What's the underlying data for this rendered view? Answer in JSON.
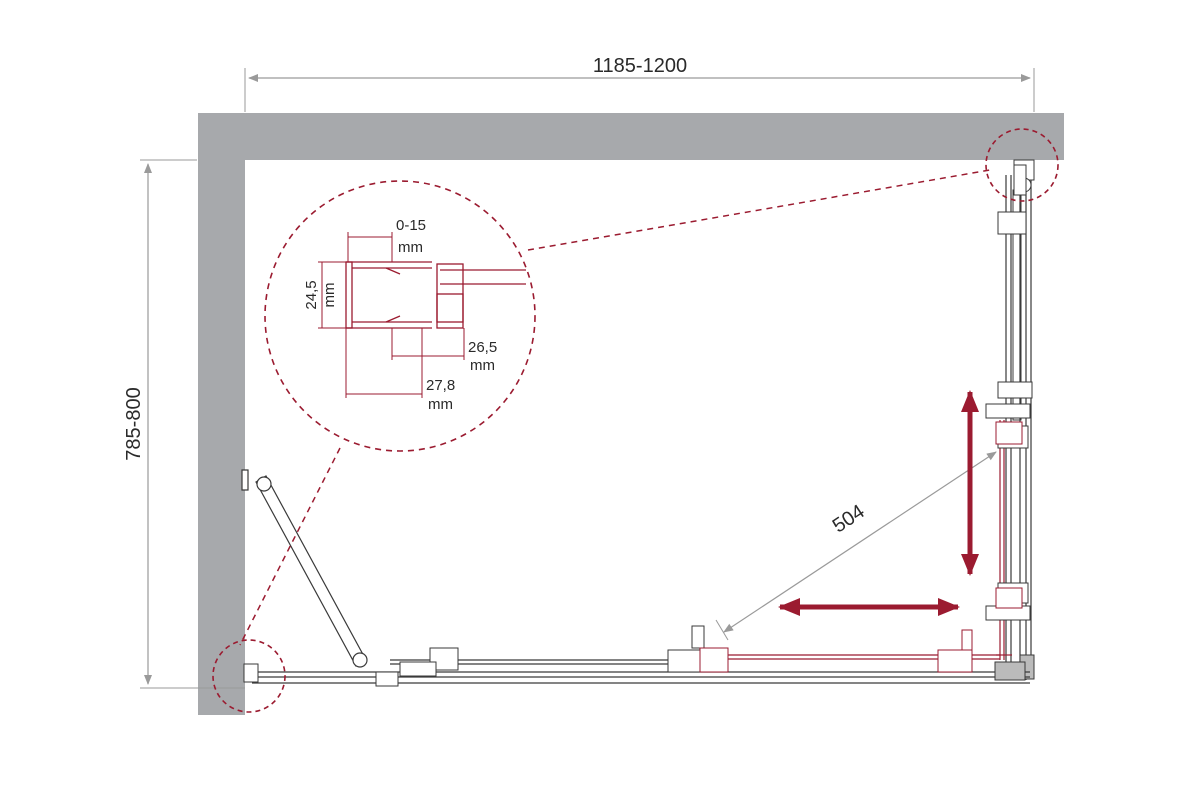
{
  "dimensions": {
    "width_label": "1185-1200",
    "depth_label": "785-800",
    "diagonal_label": "504"
  },
  "detail": {
    "gap_value": "0-15",
    "gap_unit": "mm",
    "height_value": "24,5",
    "height_unit": "mm",
    "profile_a_value": "26,5",
    "profile_a_unit": "mm",
    "profile_b_value": "27,8",
    "profile_b_unit": "mm"
  },
  "colors": {
    "wall": "#a7a9ac",
    "accent": "#9b1b30",
    "dimension_line": "#9a9a9a",
    "outline": "#3a3a3a"
  }
}
